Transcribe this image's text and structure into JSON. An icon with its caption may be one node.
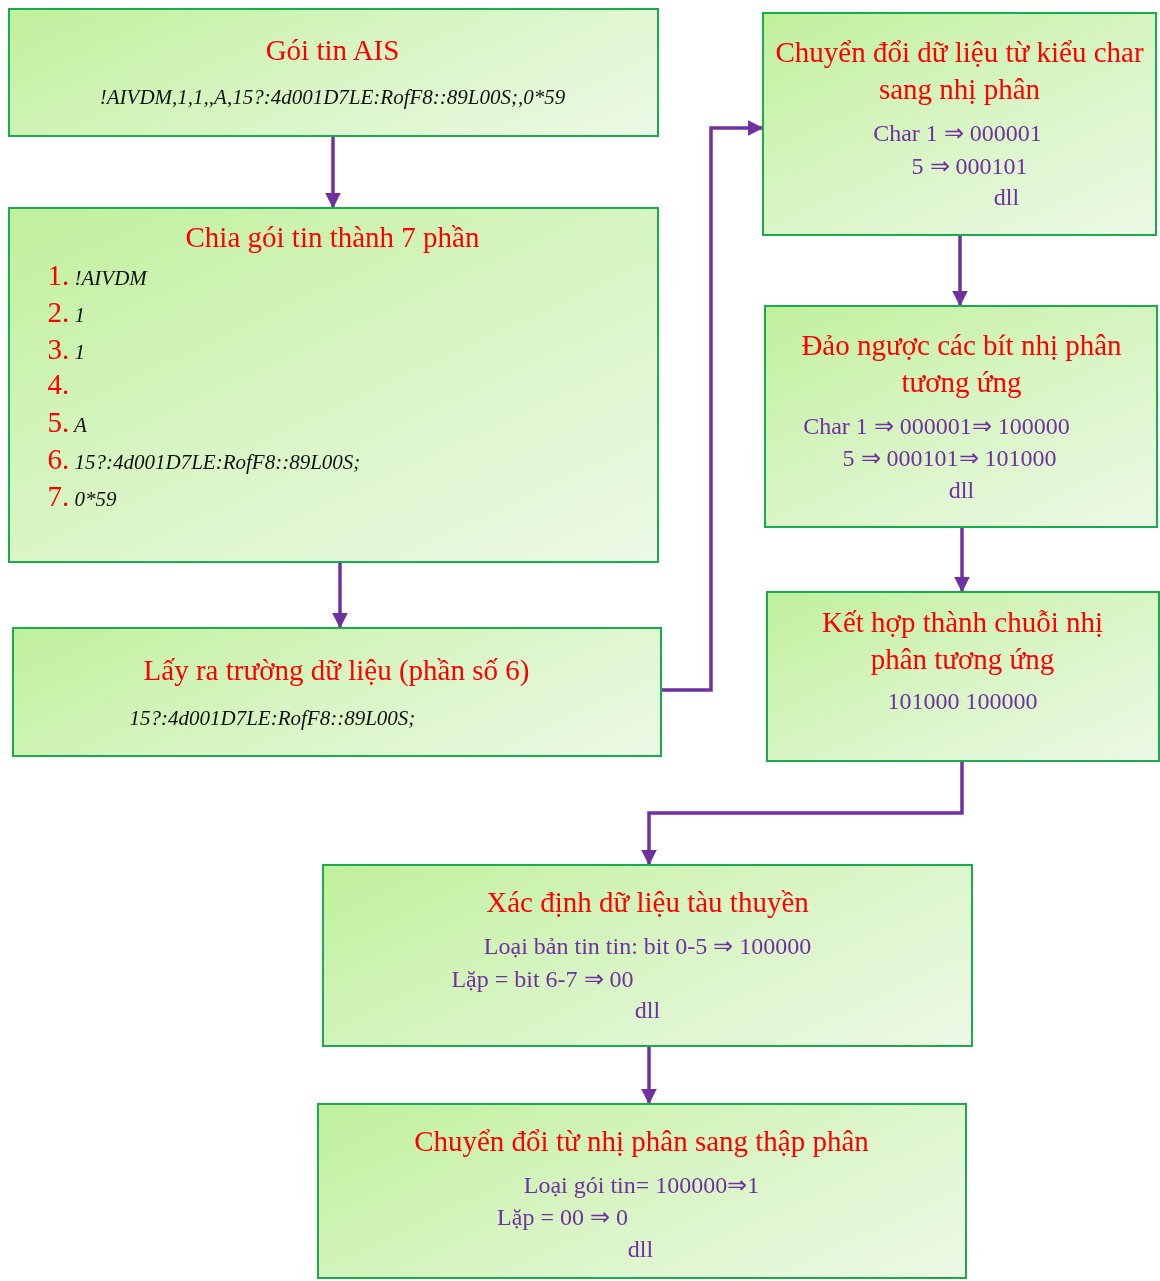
{
  "diagram": {
    "nodes": [
      {
        "text": [
          "Gói tin AIS",
          "!AIVDM,1,1,,A,15?:4d001D7LE:RofF8::89L00S;,0*59"
        ]
      },
      {
        "text": [
          "Chia gói tin thành 7 phần",
          "1. !AIVDM",
          "2. 1",
          "3. 1",
          "4.",
          "5. A",
          "6. 15?:4d001D7LE:RofF8::89L00S;",
          "7. 0*59"
        ]
      },
      {
        "text": [
          "Lấy ra trường dữ liệu (phần số 6)",
          "15?:4d001D7LE:RofF8::89L00S;"
        ]
      },
      {
        "text": [
          "Chuyển đổi dữ liệu từ kiểu char sang nhị phân",
          "Char 1 ⇒ 000001",
          "5 ⇒ 000101",
          "dll"
        ]
      },
      {
        "text": [
          "Đảo ngược các bít nhị phân tương ứng",
          "Char 1 ⇒ 000001⇒ 100000",
          "5 ⇒ 000101⇒ 101000",
          "dll"
        ]
      },
      {
        "text": [
          "Kết hợp thành chuỗi nhị phân tương ứng",
          "101000 100000"
        ]
      },
      {
        "text": [
          "Xác định dữ liệu tàu thuyền",
          "Loại bản tin tin: bit 0-5 ⇒ 100000",
          "Lặp = bit 6-7 ⇒ 00",
          "dll"
        ]
      },
      {
        "text": [
          "Chuyển đổi từ nhị phân sang thập phân",
          "Loại gói tin= 100000⇒1",
          "Lặp = 00 ⇒ 0",
          "dll"
        ]
      }
    ],
    "edges": [
      {
        "from": 0,
        "to": 1,
        "arrow": "to"
      },
      {
        "from": 1,
        "to": 2,
        "arrow": "to"
      },
      {
        "from": 2,
        "to": 3,
        "arrow": "to"
      },
      {
        "from": 3,
        "to": 4,
        "arrow": "to"
      },
      {
        "from": 4,
        "to": 5,
        "arrow": "to"
      },
      {
        "from": 5,
        "to": 6,
        "arrow": "to"
      },
      {
        "from": 6,
        "to": 7,
        "arrow": "to"
      }
    ]
  }
}
